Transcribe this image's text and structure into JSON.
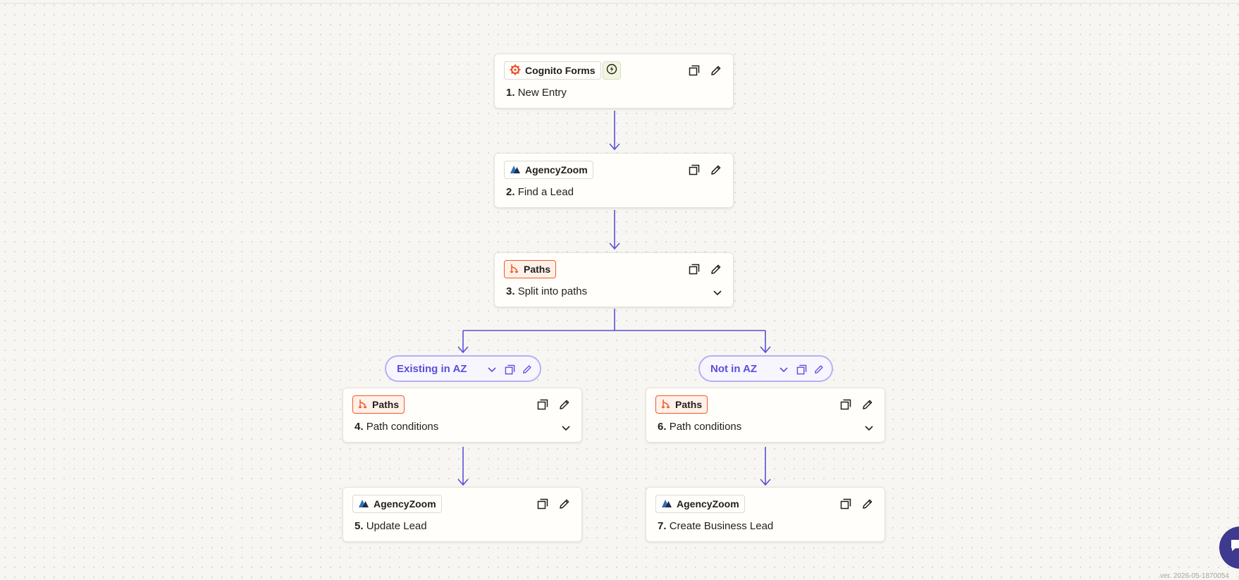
{
  "steps": [
    {
      "app": "Cognito Forms",
      "app_icon": "cognito-forms-icon",
      "number": "1.",
      "title": "New Entry",
      "trigger_icon": "bolt-icon"
    },
    {
      "app": "AgencyZoom",
      "app_icon": "agencyzoom-icon",
      "number": "2.",
      "title": "Find a Lead"
    },
    {
      "app": "Paths",
      "app_icon": "paths-icon",
      "number": "3.",
      "title": "Split into paths"
    },
    {
      "app": "Paths",
      "app_icon": "paths-icon",
      "number": "4.",
      "title": "Path conditions"
    },
    {
      "app": "AgencyZoom",
      "app_icon": "agencyzoom-icon",
      "number": "5.",
      "title": "Update Lead"
    },
    {
      "app": "Paths",
      "app_icon": "paths-icon",
      "number": "6.",
      "title": "Path conditions"
    },
    {
      "app": "AgencyZoom",
      "app_icon": "agencyzoom-icon",
      "number": "7.",
      "title": "Create Business Lead"
    }
  ],
  "paths": [
    {
      "label": "Existing in AZ"
    },
    {
      "label": "Not in AZ"
    }
  ],
  "colors": {
    "accent": "#5b4fd8",
    "paths_orange": "#f05a22",
    "cognito_orange": "#e8502a",
    "agencyzoom_blue": "#2f6fb8",
    "background": "#f7f6f2"
  },
  "footer": {
    "version_text": "ver. 2026-05-1870054"
  }
}
